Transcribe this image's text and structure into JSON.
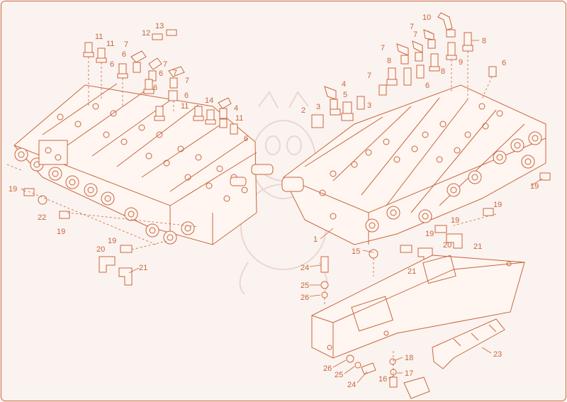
{
  "diagram": {
    "palette": {
      "ink": "#c8663e",
      "paper": "#fbf3ef",
      "part_fill": "#fff6f1",
      "watermark": "#ead8cf"
    },
    "icons": [
      "left-valve-bank-icon",
      "right-valve-bank-icon",
      "mounting-bracket-icon",
      "mascot-watermark-icon"
    ],
    "callouts": [
      {
        "id": "c1",
        "text": "1"
      },
      {
        "id": "c2",
        "text": "2"
      },
      {
        "id": "c3a",
        "text": "3"
      },
      {
        "id": "c3b",
        "text": "3"
      },
      {
        "id": "c4a",
        "text": "4"
      },
      {
        "id": "c4b",
        "text": "4"
      },
      {
        "id": "c5",
        "text": "5"
      },
      {
        "id": "c6a",
        "text": "6"
      },
      {
        "id": "c6b",
        "text": "6"
      },
      {
        "id": "c6c",
        "text": "6"
      },
      {
        "id": "c6d",
        "text": "6"
      },
      {
        "id": "c6e",
        "text": "6"
      },
      {
        "id": "c6f",
        "text": "6"
      },
      {
        "id": "c6g",
        "text": "6"
      },
      {
        "id": "c6h",
        "text": "6"
      },
      {
        "id": "c7a",
        "text": "7"
      },
      {
        "id": "c7b",
        "text": "7"
      },
      {
        "id": "c7c",
        "text": "7"
      },
      {
        "id": "c7d",
        "text": "7"
      },
      {
        "id": "c7e",
        "text": "7"
      },
      {
        "id": "c7f",
        "text": "7"
      },
      {
        "id": "c7g",
        "text": "7"
      },
      {
        "id": "c7h",
        "text": "7"
      },
      {
        "id": "c8a",
        "text": "8"
      },
      {
        "id": "c8b",
        "text": "8"
      },
      {
        "id": "c8c",
        "text": "8"
      },
      {
        "id": "c9",
        "text": "9"
      },
      {
        "id": "c10",
        "text": "10"
      },
      {
        "id": "c11a",
        "text": "11"
      },
      {
        "id": "c11b",
        "text": "11"
      },
      {
        "id": "c11c",
        "text": "11"
      },
      {
        "id": "c11d",
        "text": "11"
      },
      {
        "id": "c12",
        "text": "12"
      },
      {
        "id": "c13",
        "text": "13"
      },
      {
        "id": "c14",
        "text": "14"
      },
      {
        "id": "c15",
        "text": "15"
      },
      {
        "id": "c16",
        "text": "16"
      },
      {
        "id": "c17",
        "text": "17"
      },
      {
        "id": "c18",
        "text": "18"
      },
      {
        "id": "c19a",
        "text": "19"
      },
      {
        "id": "c19b",
        "text": "19"
      },
      {
        "id": "c19c",
        "text": "19"
      },
      {
        "id": "c19d",
        "text": "19"
      },
      {
        "id": "c19e",
        "text": "19"
      },
      {
        "id": "c19f",
        "text": "19"
      },
      {
        "id": "c19g",
        "text": "19"
      },
      {
        "id": "c20a",
        "text": "20"
      },
      {
        "id": "c20b",
        "text": "20"
      },
      {
        "id": "c21a",
        "text": "21"
      },
      {
        "id": "c21b",
        "text": "21"
      },
      {
        "id": "c21c",
        "text": "21"
      },
      {
        "id": "c22",
        "text": "22"
      },
      {
        "id": "c23",
        "text": "23"
      },
      {
        "id": "c24a",
        "text": "24"
      },
      {
        "id": "c24b",
        "text": "24"
      },
      {
        "id": "c25a",
        "text": "25"
      },
      {
        "id": "c25b",
        "text": "25"
      },
      {
        "id": "c26a",
        "text": "26"
      },
      {
        "id": "c26b",
        "text": "26"
      }
    ]
  }
}
